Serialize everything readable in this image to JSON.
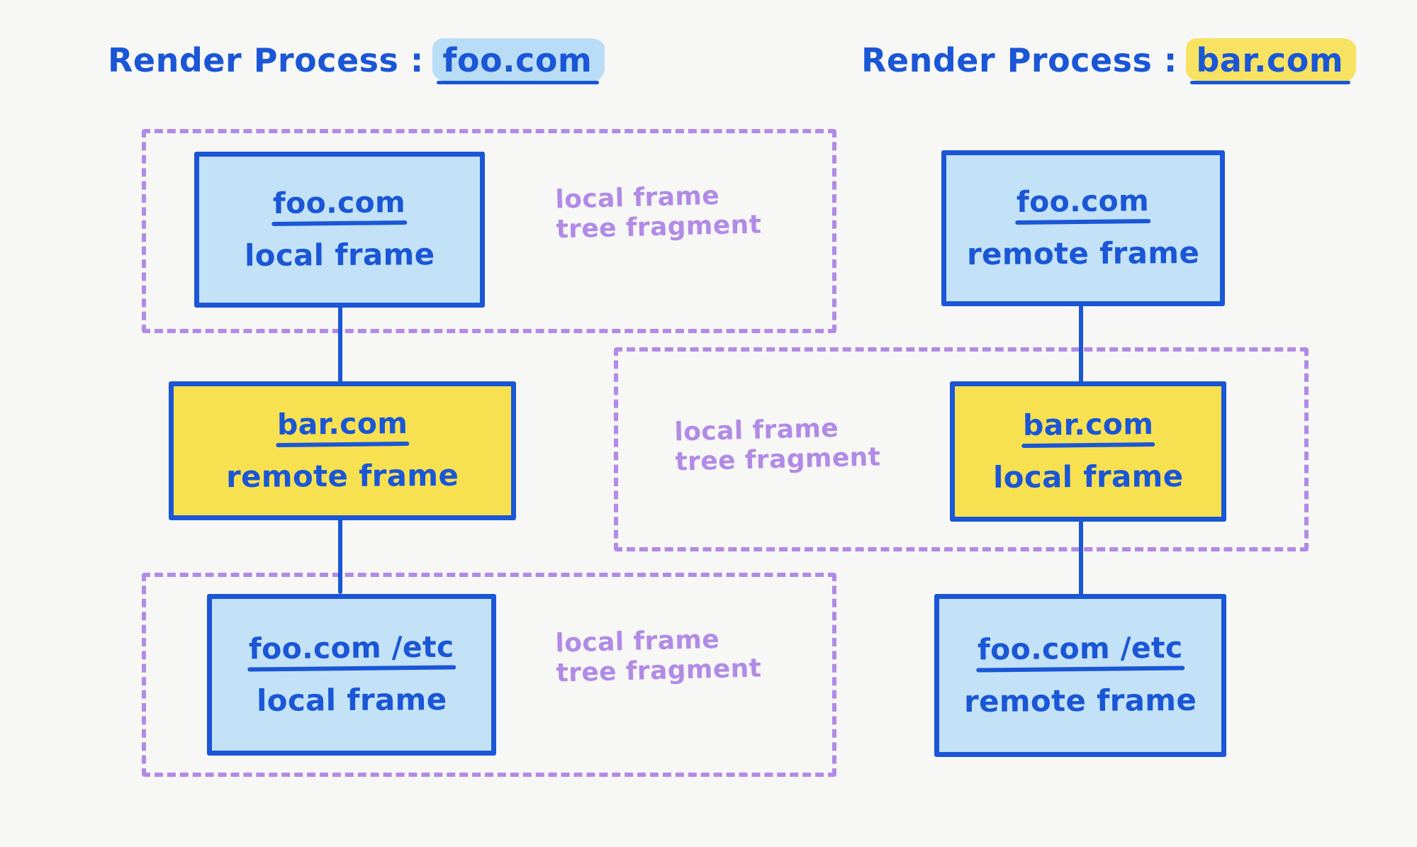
{
  "background_color": "#f7f7f5",
  "palette": {
    "ink_blue": "#1a56d6",
    "box_blue_fill": "#c3e2f7",
    "box_yellow_fill": "#f8e150",
    "highlight_blue": "#b9ddf7",
    "highlight_yellow": "#f7e262",
    "dash_purple": "#b18be6"
  },
  "processes": [
    {
      "id": "left",
      "title_prefix": "Render Process :",
      "title_domain": "foo.com",
      "highlight": "blue"
    },
    {
      "id": "right",
      "title_prefix": "Render Process :",
      "title_domain": "bar.com",
      "highlight": "yellow"
    }
  ],
  "left_nodes": [
    {
      "url": "foo.com",
      "kind": "local frame",
      "fill": "blue"
    },
    {
      "url": "bar.com",
      "kind": "remote frame",
      "fill": "yellow"
    },
    {
      "url": "foo.com /etc",
      "kind": "local frame",
      "fill": "blue"
    }
  ],
  "right_nodes": [
    {
      "url": "foo.com",
      "kind": "remote frame",
      "fill": "blue"
    },
    {
      "url": "bar.com",
      "kind": "local frame",
      "fill": "yellow"
    },
    {
      "url": "foo.com /etc",
      "kind": "remote frame",
      "fill": "blue"
    }
  ],
  "fragments": [
    {
      "id": "left-top",
      "label": "local frame\ntree fragment"
    },
    {
      "id": "middle",
      "label": "local frame\ntree fragment"
    },
    {
      "id": "left-bottom",
      "label": "local frame\ntree fragment"
    }
  ]
}
